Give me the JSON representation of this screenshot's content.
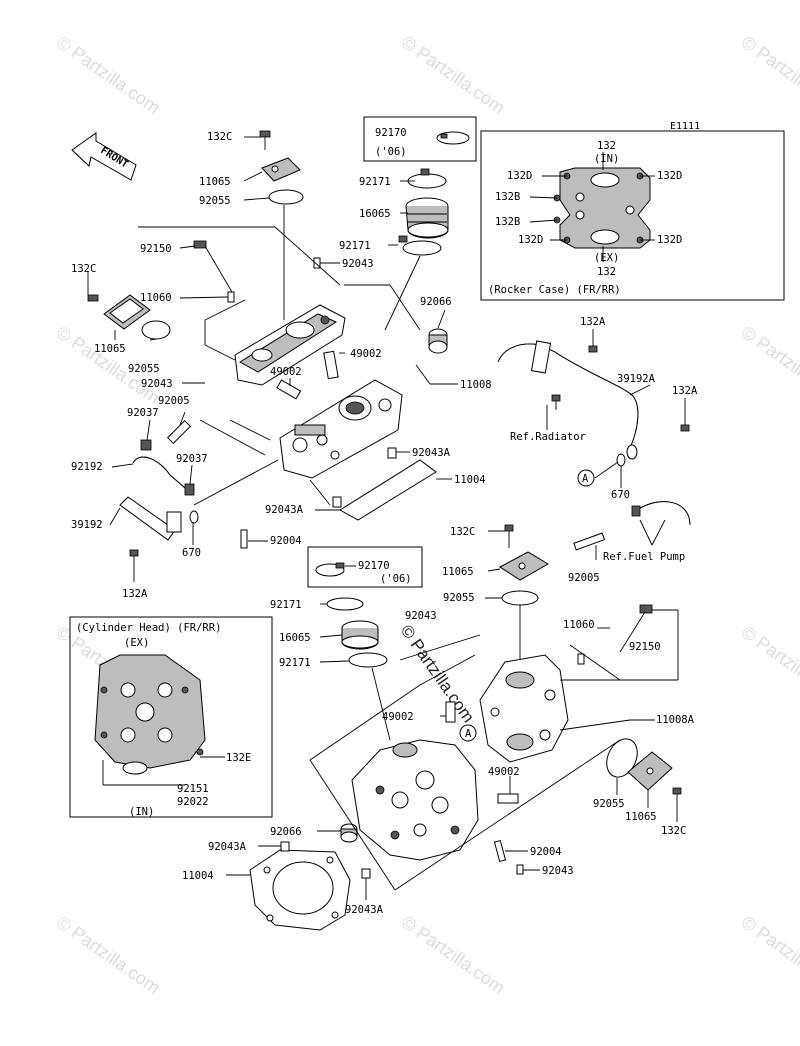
{
  "diagram_code": "E1111",
  "front_label": "FRONT",
  "watermark": "© Partzilla.com",
  "labels": {
    "l_132c_top": "132C",
    "l_11065_top": "11065",
    "l_92055_top": "92055",
    "l_92170_top": "92170",
    "l_06_top": "('06)",
    "l_92171_a": "92171",
    "l_16065_a": "16065",
    "l_92171_b": "92171",
    "l_92150_a": "92150",
    "l_92043_a": "92043",
    "l_132c_left": "132C",
    "l_11060_a": "11060",
    "l_92066_a": "92066",
    "l_11065_left": "11065",
    "l_92055_left": "92055",
    "l_49002_a": "49002",
    "l_49002_b": "49002",
    "l_92043_b": "92043",
    "l_11008": "11008",
    "l_92005_a": "92005",
    "l_92037_a": "92037",
    "l_92192": "92192",
    "l_92037_b": "92037",
    "l_92043a_a": "92043A",
    "l_11004_a": "11004",
    "l_39192": "39192",
    "l_92043a_b": "92043A",
    "l_670_a": "670",
    "l_92004_a": "92004",
    "l_132a_a": "132A",
    "l_92170_b": "92170",
    "l_06_b": "('06)",
    "rc_132_top": "132",
    "rc_in": "(IN)",
    "rc_132d_1": "132D",
    "rc_132d_2": "132D",
    "rc_132b_1": "132B",
    "rc_132b_2": "132B",
    "rc_132d_3": "132D",
    "rc_132d_4": "132D",
    "rc_ex": "(EX)",
    "rc_132_bottom": "132",
    "rc_caption": "(Rocker Case) (FR/RR)",
    "l_132a_b": "132A",
    "l_39192a": "39192A",
    "l_132a_c": "132A",
    "l_ref_radiator": "Ref.Radiator",
    "l_a_1": "A",
    "l_670_b": "670",
    "l_132c_mid": "132C",
    "l_11065_mid": "11065",
    "l_92005_b": "92005",
    "l_ref_fuel": "Ref.Fuel Pump",
    "l_92055_mid": "92055",
    "l_92171_c": "92171",
    "l_92043_c": "92043",
    "l_16065_b": "16065",
    "l_92171_d": "92171",
    "l_11060_b": "11060",
    "l_92150_b": "92150",
    "ch_caption": "(Cylinder Head) (FR/RR)",
    "ch_ex": "(EX)",
    "ch_132e": "132E",
    "ch_92151": "92151",
    "ch_92022": "92022",
    "ch_in": "(IN)",
    "l_49002_c": "49002",
    "l_11008a": "11008A",
    "l_a_2": "A",
    "l_49002_d": "49002",
    "l_92066_b": "92066",
    "l_92055_right": "92055",
    "l_11065_right": "11065",
    "l_132c_right": "132C",
    "l_92043a_c": "92043A",
    "l_11004_b": "11004",
    "l_92004_b": "92004",
    "l_92043_d": "92043",
    "l_92043a_d": "92043A"
  }
}
